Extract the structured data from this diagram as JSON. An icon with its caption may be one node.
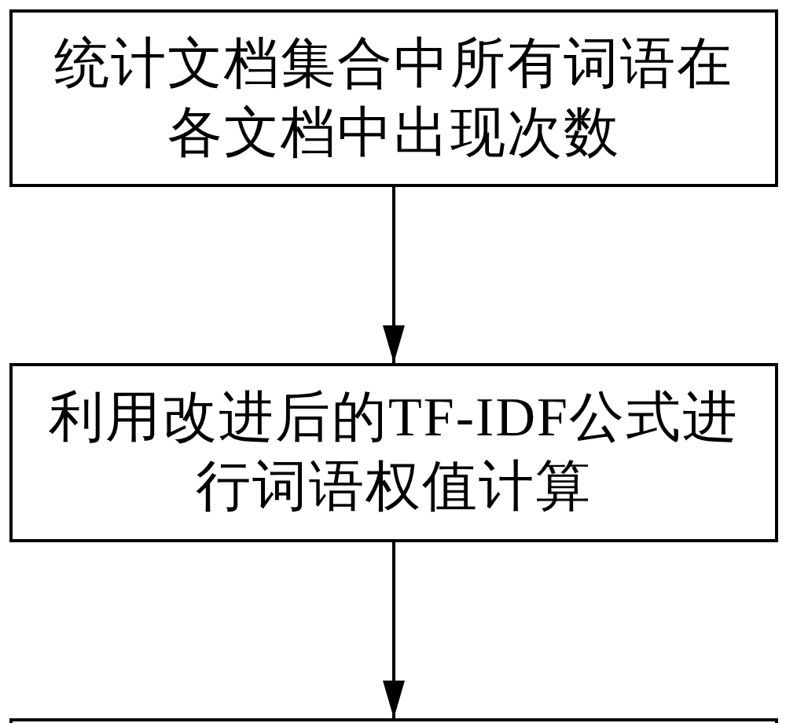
{
  "diagram": {
    "nodes": [
      {
        "text": [
          "统计文档集合中所有词语在各文档中出现次数"
        ]
      },
      {
        "text": [
          "利用改进后的TF-IDF公式进行词语权值计算"
        ]
      },
      {
        "text": [],
        "shape": "box"
      }
    ],
    "edges": [
      {
        "from": 0,
        "to": 1,
        "arrow": "to"
      },
      {
        "from": 1,
        "to": 2,
        "arrow": "to"
      }
    ]
  }
}
